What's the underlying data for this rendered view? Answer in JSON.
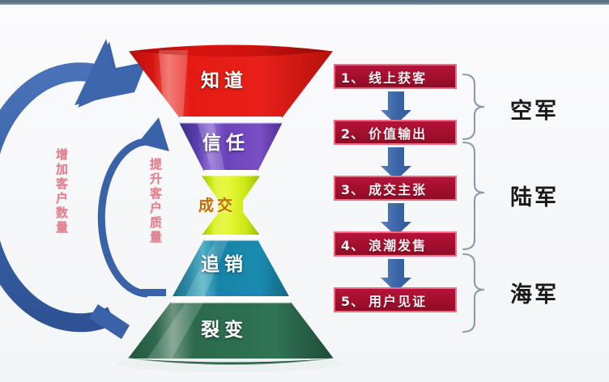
{
  "funnel": {
    "stages": [
      {
        "id": "know",
        "label": "知道",
        "color": "#e01b15"
      },
      {
        "id": "trust",
        "label": "信任",
        "color": "#6b3fb5"
      },
      {
        "id": "deal",
        "label": "成交",
        "color": "#c8e21a"
      },
      {
        "id": "upsell",
        "label": "追销",
        "color": "#1487a8"
      },
      {
        "id": "fission",
        "label": "裂变",
        "color": "#2f6b50"
      }
    ]
  },
  "side_labels": {
    "outer": "增加客户数量",
    "inner": "提升客户质量"
  },
  "steps": [
    {
      "num": "1、",
      "label": "线上获客"
    },
    {
      "num": "2、",
      "label": "价值输出"
    },
    {
      "num": "3、",
      "label": "成交主张"
    },
    {
      "num": "4、",
      "label": "浪潮发售"
    },
    {
      "num": "5、",
      "label": "用户见证"
    }
  ],
  "branches": [
    {
      "id": "air",
      "label": "空军"
    },
    {
      "id": "army",
      "label": "陆军"
    },
    {
      "id": "navy",
      "label": "海军"
    }
  ],
  "colors": {
    "box_fill": "#a6102f",
    "box_border": "#f06a86",
    "arrow_blue": "#3a62a8",
    "brace": "#8d9aa8",
    "background": "#f7f8fa",
    "topbar": "#62738a"
  }
}
